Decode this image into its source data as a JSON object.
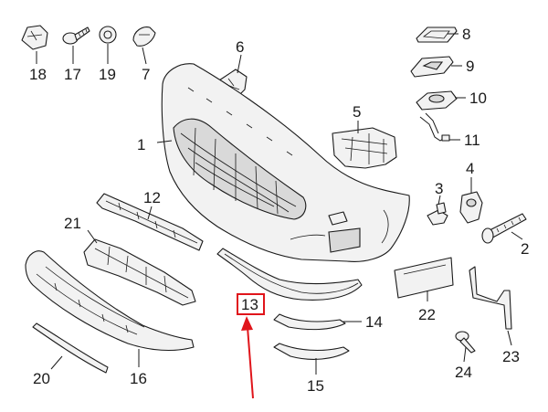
{
  "diagram": {
    "callouts": [
      {
        "id": "c1",
        "text": "1"
      },
      {
        "id": "c2",
        "text": "2"
      },
      {
        "id": "c3",
        "text": "3"
      },
      {
        "id": "c4",
        "text": "4"
      },
      {
        "id": "c5",
        "text": "5"
      },
      {
        "id": "c6",
        "text": "6"
      },
      {
        "id": "c7",
        "text": "7"
      },
      {
        "id": "c8",
        "text": "8"
      },
      {
        "id": "c9",
        "text": "9"
      },
      {
        "id": "c10",
        "text": "10"
      },
      {
        "id": "c11",
        "text": "11"
      },
      {
        "id": "c12",
        "text": "12"
      },
      {
        "id": "c13",
        "text": "13"
      },
      {
        "id": "c14",
        "text": "14"
      },
      {
        "id": "c15",
        "text": "15"
      },
      {
        "id": "c16",
        "text": "16"
      },
      {
        "id": "c17",
        "text": "17"
      },
      {
        "id": "c18",
        "text": "18"
      },
      {
        "id": "c19",
        "text": "19"
      },
      {
        "id": "c20",
        "text": "20"
      },
      {
        "id": "c21",
        "text": "21"
      },
      {
        "id": "c22",
        "text": "22"
      },
      {
        "id": "c23",
        "text": "23"
      },
      {
        "id": "c24",
        "text": "24"
      }
    ],
    "highlighted_part": "13",
    "colors": {
      "line": "#1a1a1a",
      "highlight": "#e0151b",
      "background": "#ffffff"
    }
  }
}
